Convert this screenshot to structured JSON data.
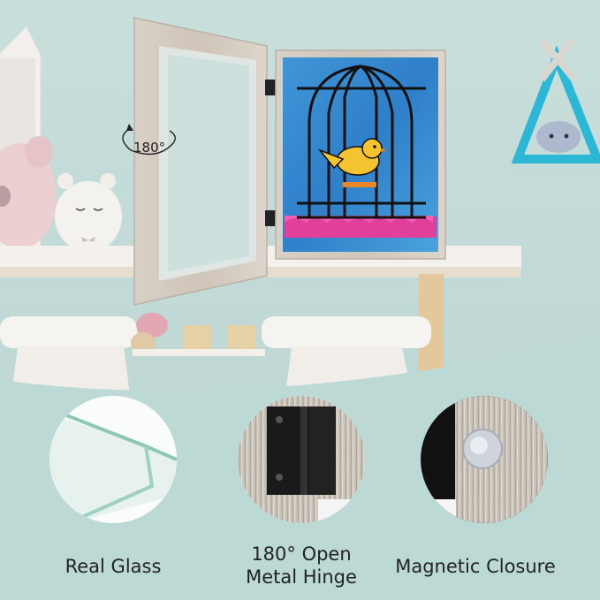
{
  "rotation_label": "180°",
  "features": [
    {
      "label_lines": [
        "Real Glass"
      ]
    },
    {
      "label_lines": [
        "180° Open",
        "Metal Hinge"
      ]
    },
    {
      "label_lines": [
        "Magnetic Closure"
      ]
    }
  ],
  "colors": {
    "wall": "#c5dcda",
    "shelf": "#f3f1ee",
    "frame_wood": "#d8cfc4",
    "painting_blue": "#3a8fd2",
    "painting_pink": "#e0409a",
    "bird_yellow": "#f4c430",
    "shelf_icon_teal": "#2bb7d6",
    "bottom_band": "#bcd9d6"
  }
}
